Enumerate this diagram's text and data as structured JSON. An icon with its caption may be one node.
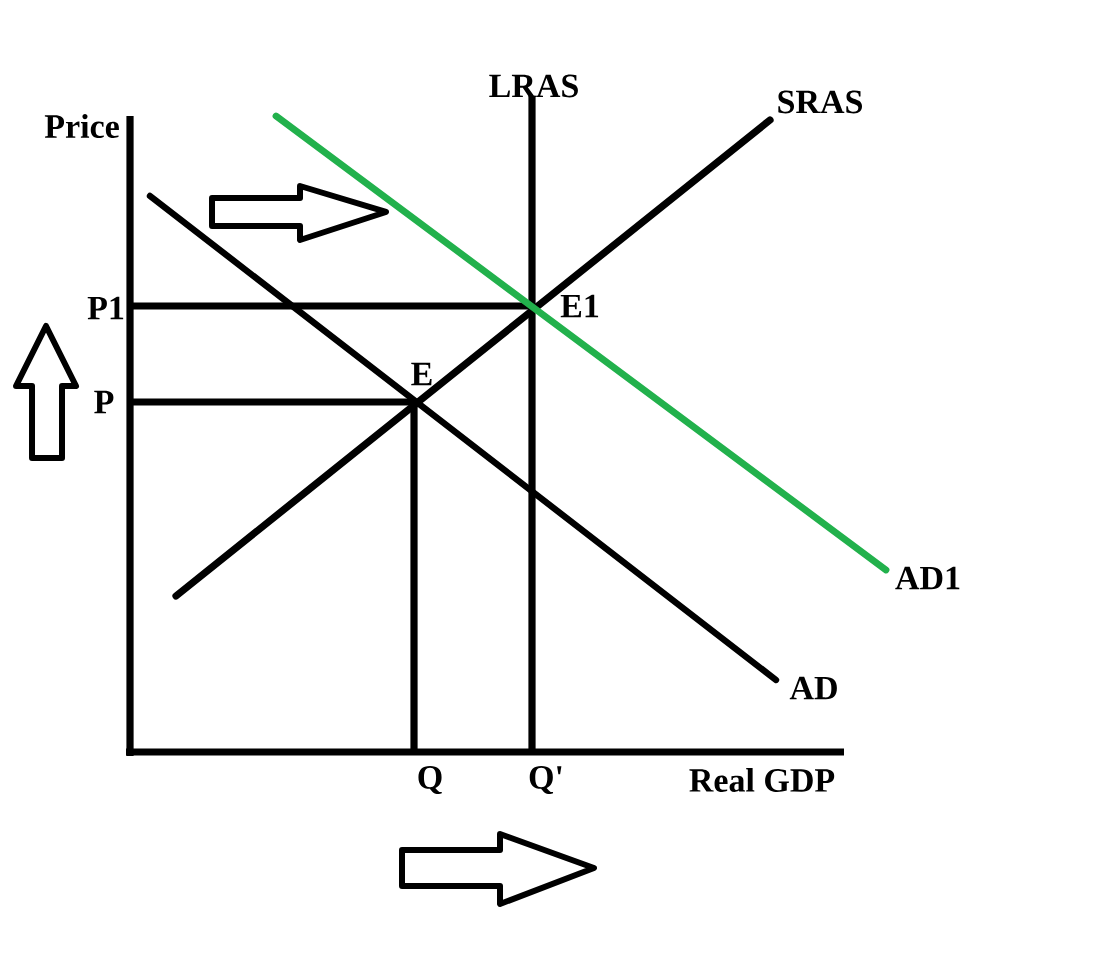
{
  "diagram": {
    "labels": [
      "LRAS",
      "SRAS",
      "Price",
      "P1",
      "E1",
      "E",
      "P",
      "AD1",
      "AD",
      "Q",
      "Q'",
      "Real GDP"
    ]
  }
}
